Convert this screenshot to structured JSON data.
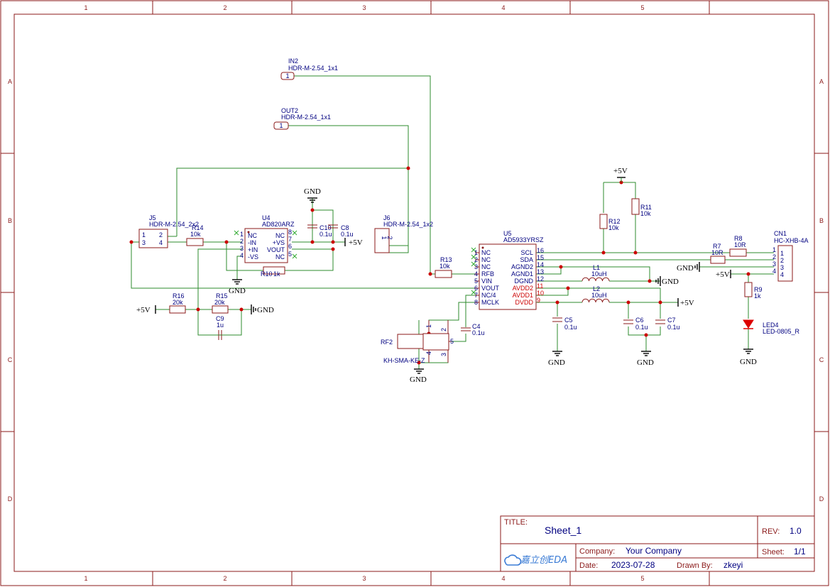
{
  "zones": {
    "columns": [
      "1",
      "2",
      "3",
      "4",
      "5"
    ],
    "rows": [
      "A",
      "B",
      "C",
      "D"
    ]
  },
  "nets": {
    "gnd": "GND",
    "v5": "+5V"
  },
  "components": {
    "in2": {
      "ref": "IN2",
      "value": "HDR-M-2.54_1x1",
      "pin": "1"
    },
    "out2": {
      "ref": "OUT2",
      "value": "HDR-M-2.54_1x1",
      "pin": "1"
    },
    "j5": {
      "ref": "J5",
      "value": "HDR-M-2.54_2x2",
      "pins": [
        "1",
        "2",
        "3",
        "4"
      ]
    },
    "r14": {
      "ref": "R14",
      "value": "10k"
    },
    "u4": {
      "ref": "U4",
      "value": "AD820ARZ",
      "left": [
        {
          "n": "1",
          "name": "NC"
        },
        {
          "n": "2",
          "name": "-IN"
        },
        {
          "n": "3",
          "name": "+IN"
        },
        {
          "n": "4",
          "name": "-VS"
        }
      ],
      "right": [
        {
          "n": "8",
          "name": "NC"
        },
        {
          "n": "7",
          "name": "+VS"
        },
        {
          "n": "6",
          "name": "VOUT"
        },
        {
          "n": "5",
          "name": "NC"
        }
      ]
    },
    "c10": {
      "ref": "C10",
      "value": "0.1u"
    },
    "c8": {
      "ref": "C8",
      "value": "0.1u"
    },
    "r10": {
      "ref": "R10",
      "value": "1k"
    },
    "j6": {
      "ref": "J6",
      "value": "HDR-M-2.54_1x2",
      "pins": [
        "1",
        "2"
      ]
    },
    "r16": {
      "ref": "R16",
      "value": "20k"
    },
    "r15": {
      "ref": "R15",
      "value": "20k"
    },
    "c9": {
      "ref": "C9",
      "value": "1u"
    },
    "r13": {
      "ref": "R13",
      "value": "10k"
    },
    "u5": {
      "ref": "U5",
      "value": "AD5933YRSZ",
      "left": [
        {
          "n": "1",
          "name": "NC"
        },
        {
          "n": "2",
          "name": "NC"
        },
        {
          "n": "3",
          "name": "NC"
        },
        {
          "n": "4",
          "name": "RFB"
        },
        {
          "n": "5",
          "name": "VIN"
        },
        {
          "n": "6",
          "name": "VOUT"
        },
        {
          "n": "7",
          "name": "NC/4"
        },
        {
          "n": "8",
          "name": "MCLK"
        }
      ],
      "right": [
        {
          "n": "16",
          "name": "SCL",
          "red": false
        },
        {
          "n": "15",
          "name": "SDA",
          "red": false
        },
        {
          "n": "14",
          "name": "AGND2",
          "red": false
        },
        {
          "n": "13",
          "name": "AGND1",
          "red": false
        },
        {
          "n": "12",
          "name": "DGND",
          "red": false
        },
        {
          "n": "11",
          "name": "AVDD2",
          "red": true
        },
        {
          "n": "10",
          "name": "AVDD1",
          "red": true
        },
        {
          "n": "9",
          "name": "DVDD",
          "red": true
        }
      ]
    },
    "c4": {
      "ref": "C4",
      "value": "0.1u"
    },
    "rf2": {
      "ref": "RF2",
      "value": "KH-SMA-KE-Z",
      "pins": [
        "1",
        "2",
        "3",
        "4",
        "5"
      ]
    },
    "r12": {
      "ref": "R12",
      "value": "10k"
    },
    "r11": {
      "ref": "R11",
      "value": "10k"
    },
    "l1": {
      "ref": "L1",
      "value": "10uH"
    },
    "l2": {
      "ref": "L2",
      "value": "10uH"
    },
    "c5": {
      "ref": "C5",
      "value": "0.1u"
    },
    "c6": {
      "ref": "C6",
      "value": "0.1u"
    },
    "c7": {
      "ref": "C7",
      "value": "0.1u"
    },
    "r7": {
      "ref": "R7",
      "value": "10R"
    },
    "r8": {
      "ref": "R8",
      "value": "10R"
    },
    "cn1": {
      "ref": "CN1",
      "value": "HC-XHB-4A",
      "pins": [
        "1",
        "2",
        "3",
        "4"
      ]
    },
    "r9": {
      "ref": "R9",
      "value": "1k"
    },
    "led4": {
      "ref": "LED4",
      "value": "LED-0805_R"
    }
  },
  "title_block": {
    "title_label": "TITLE:",
    "title": "Sheet_1",
    "rev_label": "REV:",
    "rev": "1.0",
    "company_label": "Company:",
    "company": "Your Company",
    "sheet_label": "Sheet:",
    "sheet": "1/1",
    "date_label": "Date:",
    "date": "2023-07-28",
    "drawn_label": "Drawn By:",
    "drawn": "zkeyi",
    "logo_text": "嘉立创EDA"
  },
  "colors": {
    "frame": "#8b1a1a",
    "wire": "#2e8b2e",
    "designator": "#000080",
    "junction": "#cc0000",
    "led": "#dd0000"
  }
}
